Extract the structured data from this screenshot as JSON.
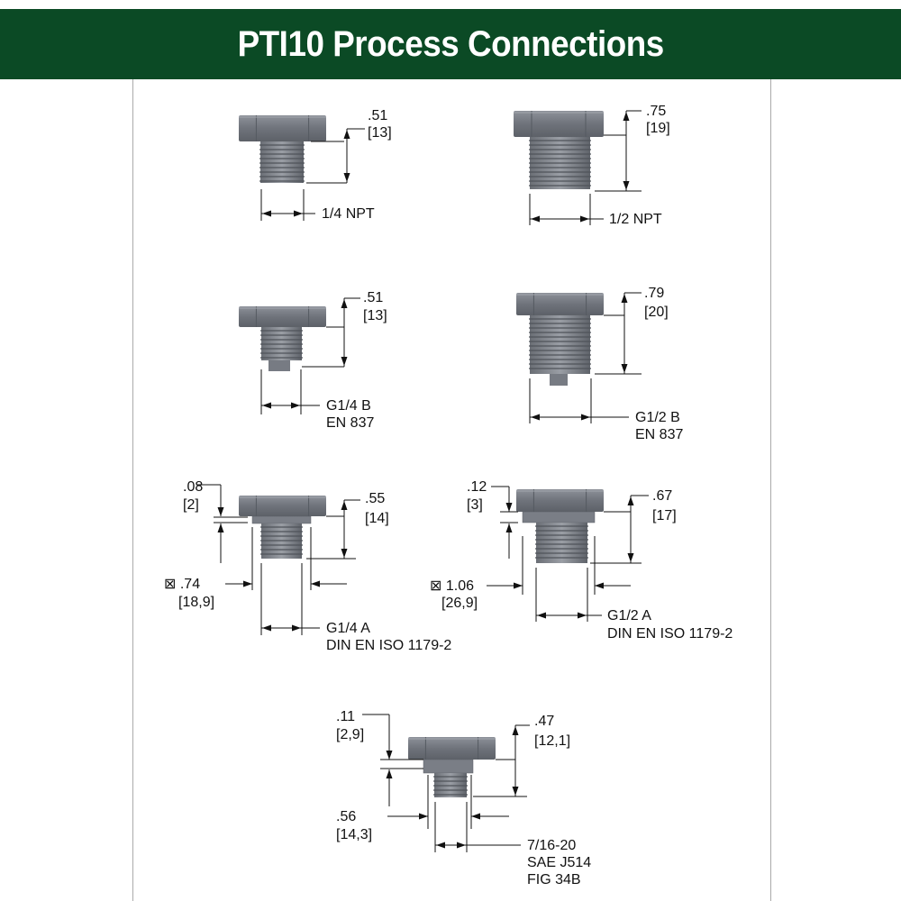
{
  "header": {
    "title": "PTI10 Process Connections"
  },
  "connections": [
    {
      "name": "1/4 NPT",
      "labels": [
        "1/4 NPT"
      ],
      "length_in": ".51",
      "length_mm": "[13]"
    },
    {
      "name": "1/2 NPT",
      "labels": [
        "1/2 NPT"
      ],
      "length_in": ".75",
      "length_mm": "[19]"
    },
    {
      "name": "G1/4 B",
      "labels": [
        "G1/4 B",
        "EN 837"
      ],
      "length_in": ".51",
      "length_mm": "[13]"
    },
    {
      "name": "G1/2 B",
      "labels": [
        "G1/2 B",
        "EN 837"
      ],
      "length_in": ".79",
      "length_mm": "[20]"
    },
    {
      "name": "G1/4 A",
      "labels": [
        "G1/4 A",
        "DIN EN ISO 1179-2"
      ],
      "length_in": ".55",
      "length_mm": "[14]",
      "collar_in": ".08",
      "collar_mm": "[2]",
      "dia_in": "⊠ .74",
      "dia_mm": "[18,9]"
    },
    {
      "name": "G1/2 A",
      "labels": [
        "G1/2 A",
        "DIN EN ISO 1179-2"
      ],
      "length_in": ".67",
      "length_mm": "[17]",
      "collar_in": ".12",
      "collar_mm": "[3]",
      "dia_in": "⊠ 1.06",
      "dia_mm": "[26,9]"
    },
    {
      "name": "7/16-20",
      "labels": [
        "7/16-20",
        "SAE J514",
        "FIG 34B"
      ],
      "length_in": ".47",
      "length_mm": "[12,1]",
      "collar_in": ".11",
      "collar_mm": "[2,9]",
      "dia_in": ".56",
      "dia_mm": "[14,3]"
    }
  ],
  "colors": {
    "header": "#0b4a25",
    "metal": "#7c8088",
    "line": "#111111"
  }
}
